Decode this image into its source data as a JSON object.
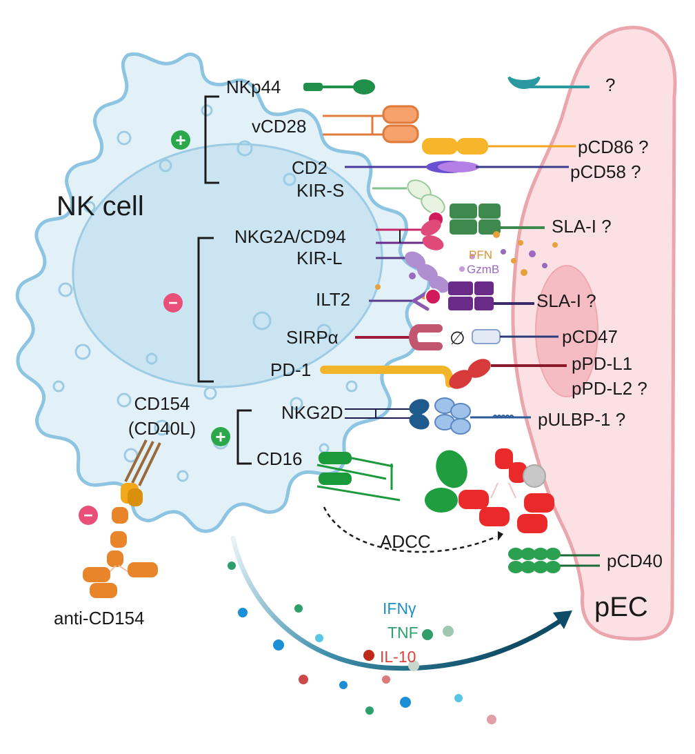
{
  "cells": {
    "nk": "NK cell",
    "pec": "pEC"
  },
  "nk_receptors": {
    "nkp44": "NKp44",
    "vcd28": "vCD28",
    "cd2": "CD2",
    "kir_s": "KIR-S",
    "nkg2a": "NKG2A/CD94",
    "kir_l": "KIR-L",
    "ilt2": "ILT2",
    "sirpa": "SIRPα",
    "pd1": "PD-1",
    "nkg2d": "NKG2D",
    "cd16": "CD16",
    "cd154_line1": "CD154",
    "cd154_line2": "(CD40L)"
  },
  "pec_ligands": {
    "unknown": "?",
    "pcd86": "pCD86 ?",
    "pcd58": "pCD58 ?",
    "sla1_a": "SLA-I ?",
    "sla1_b": "SLA-I ?",
    "pcd47": "pCD47",
    "ppdl1": "pPD-L1",
    "ppdl2": "pPD-L2 ?",
    "pulbp1": "pULBP-1 ?",
    "pcd40": "pCD40",
    "null_symbol": "∅"
  },
  "granules": {
    "pfn": "PFN",
    "gzmb": "GzmB"
  },
  "signs": {
    "plus": "+",
    "minus": "−"
  },
  "process": {
    "adcc": "ADCC"
  },
  "antibody": {
    "label": "anti-CD154"
  },
  "cytokines": [
    {
      "label": "IFNγ",
      "color": "#1f8fc2"
    },
    {
      "label": "TNF",
      "color": "#2e9e6a"
    },
    {
      "label": "IL-10",
      "color": "#e0403a"
    }
  ],
  "colors": {
    "nk_fill": "#e2f0f8",
    "nk_outline": "#8cc4e2",
    "pec_fill": "#fbe1e4",
    "pec_outline": "#eaa5ad",
    "activating": "#2aa84a",
    "inhibitory": "#e8507a"
  }
}
